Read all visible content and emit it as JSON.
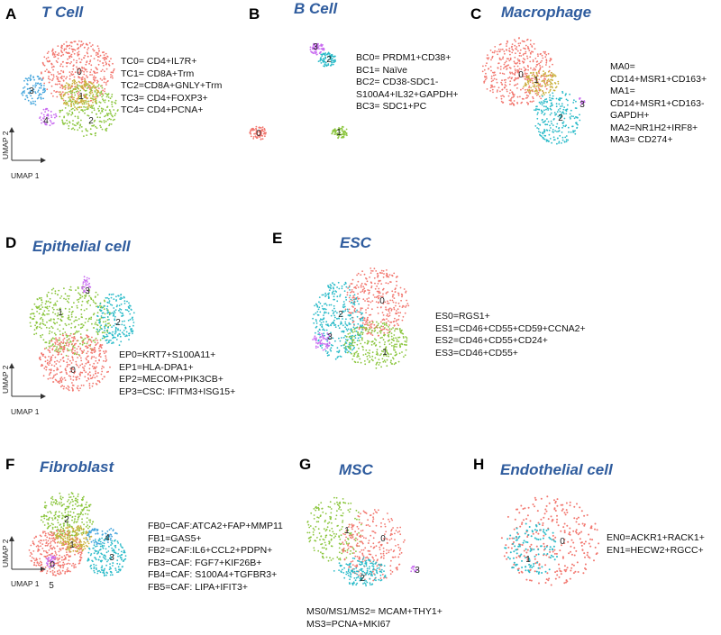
{
  "axes": {
    "x": "UMAP 1",
    "y": "UMAP 2"
  },
  "colors": {
    "title": "#2f5c9e",
    "red": "#f2776f",
    "green": "#8cc63f",
    "teal": "#2bbbc9",
    "olive": "#c9b13b",
    "purple": "#c86bf0",
    "blue": "#45a6dd",
    "pink": "#f06cc0"
  },
  "panels": {
    "A": {
      "letter": "A",
      "title": "T Cell",
      "legend": [
        "TC0= CD4+IL7R+",
        "TC1= CD8A+Trm",
        "TC2=CD8A+GNLY+Trm",
        "TC3= CD4+FOXP3+",
        "TC4= CD4+PCNA+"
      ],
      "clusters": [
        "0",
        "1",
        "2",
        "3",
        "4"
      ]
    },
    "B": {
      "letter": "B",
      "title": "B Cell",
      "legend": [
        "BC0= PRDM1+CD38+",
        "BC1= Naïve",
        "BC2= CD38-SDC1-",
        "S100A4+IL32+GAPDH+",
        "BC3= SDC1+PC"
      ],
      "clusters": [
        "0",
        "1",
        "2",
        "3"
      ]
    },
    "C": {
      "letter": "C",
      "title": "Macrophage",
      "legend": [
        "MA0=",
        "CD14+MSR1+CD163+",
        "MA1=",
        "CD14+MSR1+CD163-",
        "GAPDH+",
        "MA2=NR1H2+IRF8+",
        "MA3= CD274+"
      ],
      "clusters": [
        "0",
        "1",
        "2",
        "3"
      ]
    },
    "D": {
      "letter": "D",
      "title": "Epithelial cell",
      "legend": [
        "EP0=KRT7+S100A11+",
        "EP1=HLA-DPA1+",
        "EP2=MECOM+PIK3CB+",
        "EP3=CSC: IFITM3+ISG15+"
      ],
      "clusters": [
        "0",
        "1",
        "2",
        "3"
      ]
    },
    "E": {
      "letter": "E",
      "title": "ESC",
      "legend": [
        "ES0=RGS1+",
        "ES1=CD46+CD55+CD59+CCNA2+",
        "ES2=CD46+CD55+CD24+",
        "ES3=CD46+CD55+"
      ],
      "clusters": [
        "0",
        "1",
        "2",
        "3"
      ]
    },
    "F": {
      "letter": "F",
      "title": "Fibroblast",
      "legend": [
        "FB0=CAF:ATCA2+FAP+MMP11",
        "FB1=GAS5+",
        "FB2=CAF:IL6+CCL2+PDPN+",
        "FB3=CAF: FGF7+KIF26B+",
        "FB4=CAF: S100A4+TGFBR3+",
        "FB5=CAF: LIPA+IFIT3+"
      ],
      "clusters": [
        "0",
        "1",
        "2",
        "3",
        "4",
        "5"
      ]
    },
    "G": {
      "letter": "G",
      "title": "MSC",
      "legend": [
        "MS0/MS1/MS2= MCAM+THY1+",
        "MS3=PCNA+MKI67"
      ],
      "clusters": [
        "0",
        "1",
        "2",
        "3"
      ]
    },
    "H": {
      "letter": "H",
      "title": "Endothelial cell",
      "legend": [
        "EN0=ACKR1+RACK1+",
        "EN1=HECW2+RGCC+"
      ],
      "clusters": [
        "0",
        "1"
      ]
    }
  }
}
